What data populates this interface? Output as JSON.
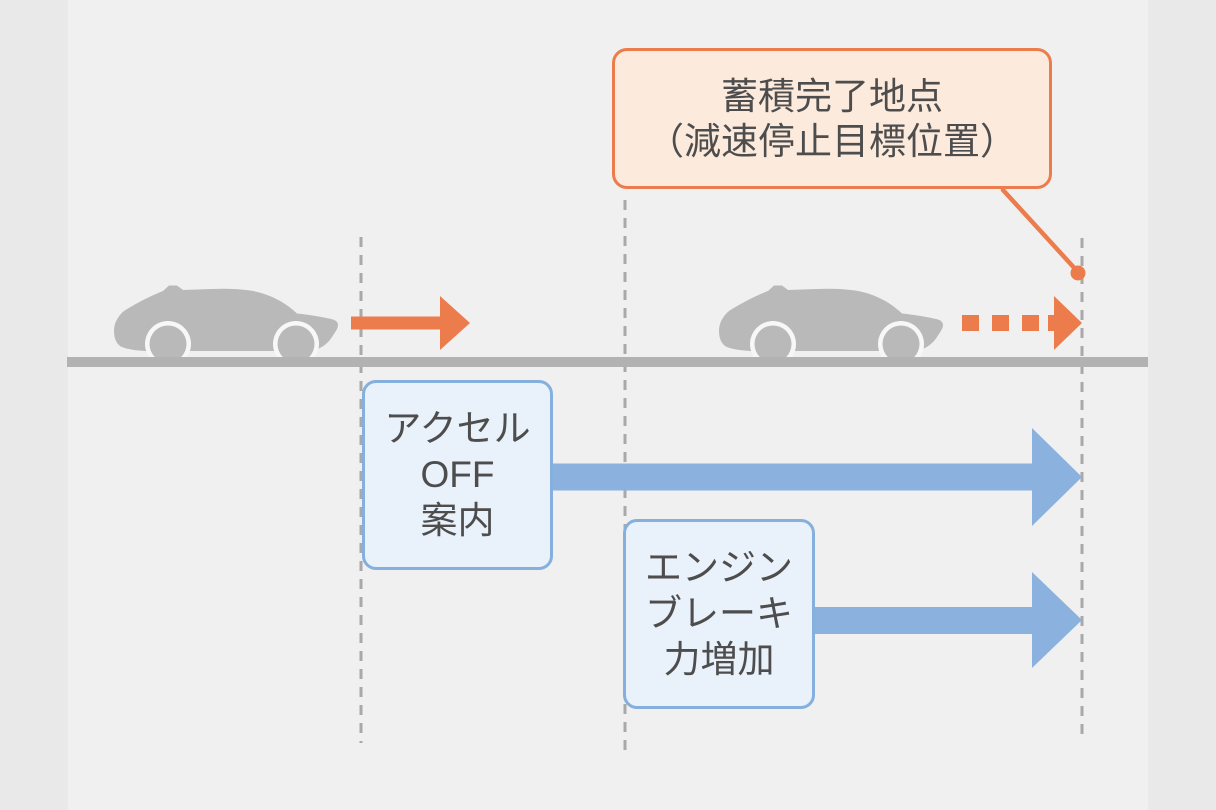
{
  "figure": {
    "callout": {
      "lines": [
        "蓄積完了地点",
        "（減速停止目標位置）"
      ]
    },
    "boxes": {
      "accel_off": {
        "lines": [
          "アクセル",
          "OFF",
          "案内"
        ]
      },
      "engine_brake": {
        "lines": [
          "エンジン",
          "ブレーキ",
          "力増加"
        ]
      }
    },
    "colors": {
      "content_background": "#f0f0f0",
      "page_margin": "#e9e9e9",
      "orange": "#ec7c4c",
      "callout_fill": "#fceadc",
      "blue_border": "#85b0de",
      "blue_fill": "#e9f1fa",
      "blue_arrow": "#8bb1de",
      "car_gray": "#b9b9b9",
      "road_gray": "#b2b2b2",
      "dashed_line_gray": "#a9a9a9",
      "text": "#4d4d4d"
    }
  }
}
